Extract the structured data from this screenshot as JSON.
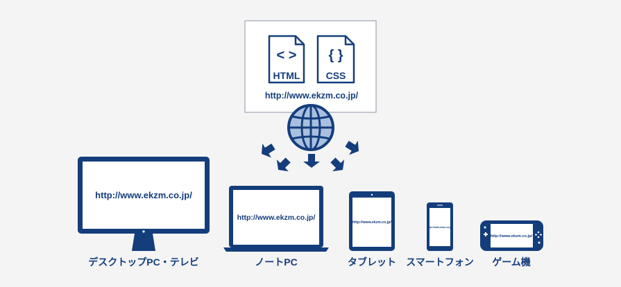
{
  "server": {
    "url": "http://www.ekzm.co.jp/",
    "files": [
      {
        "icon": "html-file-icon",
        "symbol": "< >",
        "label": "HTML"
      },
      {
        "icon": "css-file-icon",
        "symbol": "{ }",
        "label": "CSS"
      }
    ]
  },
  "globe_icon": "globe-icon",
  "devices": [
    {
      "icon": "desktop-monitor-icon",
      "label": "デスクトップPC・テレビ",
      "screen_url": "http://www.ekzm.co.jp/"
    },
    {
      "icon": "laptop-icon",
      "label": "ノートPC",
      "screen_url": "http://www.ekzm.co.jp/"
    },
    {
      "icon": "tablet-icon",
      "label": "タブレット",
      "screen_url": "http://www.ekzm.co.jp/"
    },
    {
      "icon": "smartphone-icon",
      "label": "スマートフォン",
      "screen_url": "http://www.ekzm.co.jp/"
    },
    {
      "icon": "game-console-icon",
      "label": "ゲーム機",
      "screen_url": "http://www.ekzm.co.jp/"
    }
  ],
  "colors": {
    "navy": "#143d7b",
    "globe_fill": "#a8bfe0",
    "background": "#f4f4f4",
    "panel": "#ffffff"
  }
}
